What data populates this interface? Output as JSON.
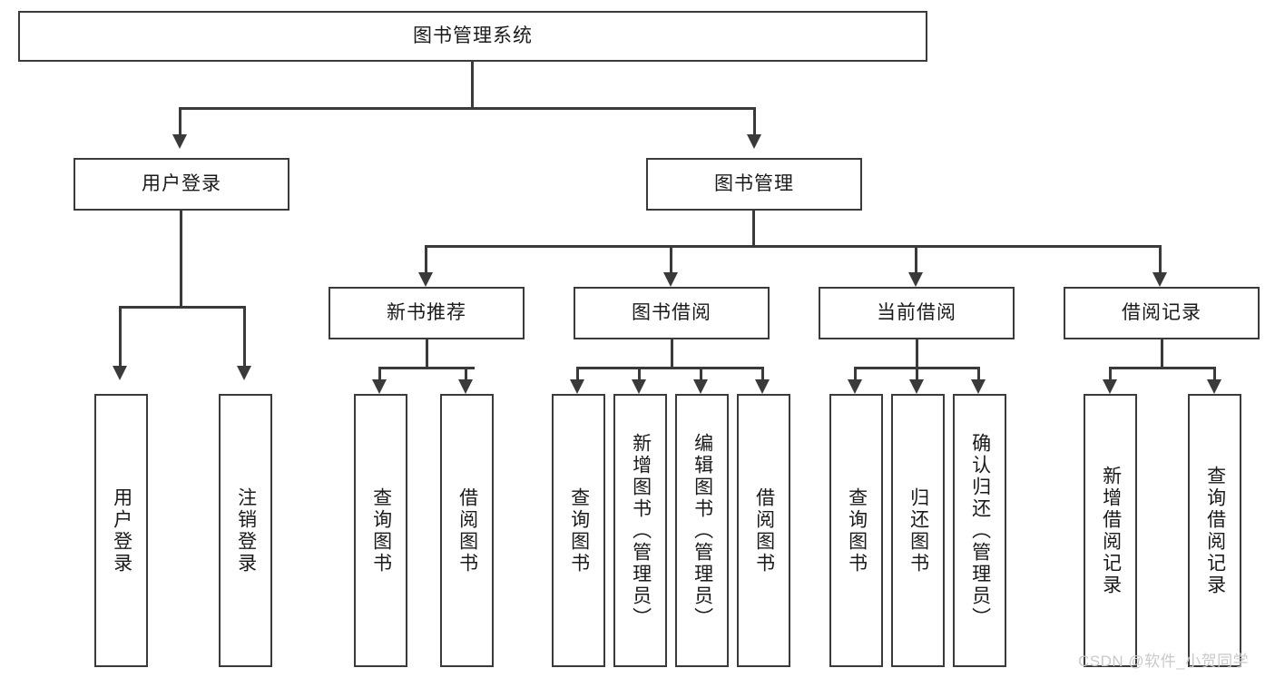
{
  "diagram": {
    "title": "图书管理系统",
    "root": {
      "label": "图书管理系统"
    },
    "level1": [
      {
        "label": "用户登录"
      },
      {
        "label": "图书管理"
      }
    ],
    "level2": [
      {
        "label": "新书推荐"
      },
      {
        "label": "图书借阅"
      },
      {
        "label": "当前借阅"
      },
      {
        "label": "借阅记录"
      }
    ],
    "leaves": {
      "user_login": [
        {
          "label": "用户登录"
        },
        {
          "label": "注销登录"
        }
      ],
      "new_book_rec": [
        {
          "label": "查询图书"
        },
        {
          "label": "借阅图书"
        }
      ],
      "book_borrow": [
        {
          "label": "查询图书"
        },
        {
          "label": "新增图书（管理员）"
        },
        {
          "label": "编辑图书（管理员）"
        },
        {
          "label": "借阅图书"
        }
      ],
      "current_borrow": [
        {
          "label": "查询图书"
        },
        {
          "label": "归还图书"
        },
        {
          "label": "确认归还（管理员）"
        }
      ],
      "borrow_record": [
        {
          "label": "新增借阅记录"
        },
        {
          "label": "查询借阅记录"
        }
      ]
    }
  },
  "watermark": {
    "text": "CSDN @软件_小贺同学"
  },
  "colors": {
    "stroke": "#3a3a3a",
    "text": "#1a1a1a",
    "background": "#ffffff",
    "watermark": "#c9c9c9"
  }
}
